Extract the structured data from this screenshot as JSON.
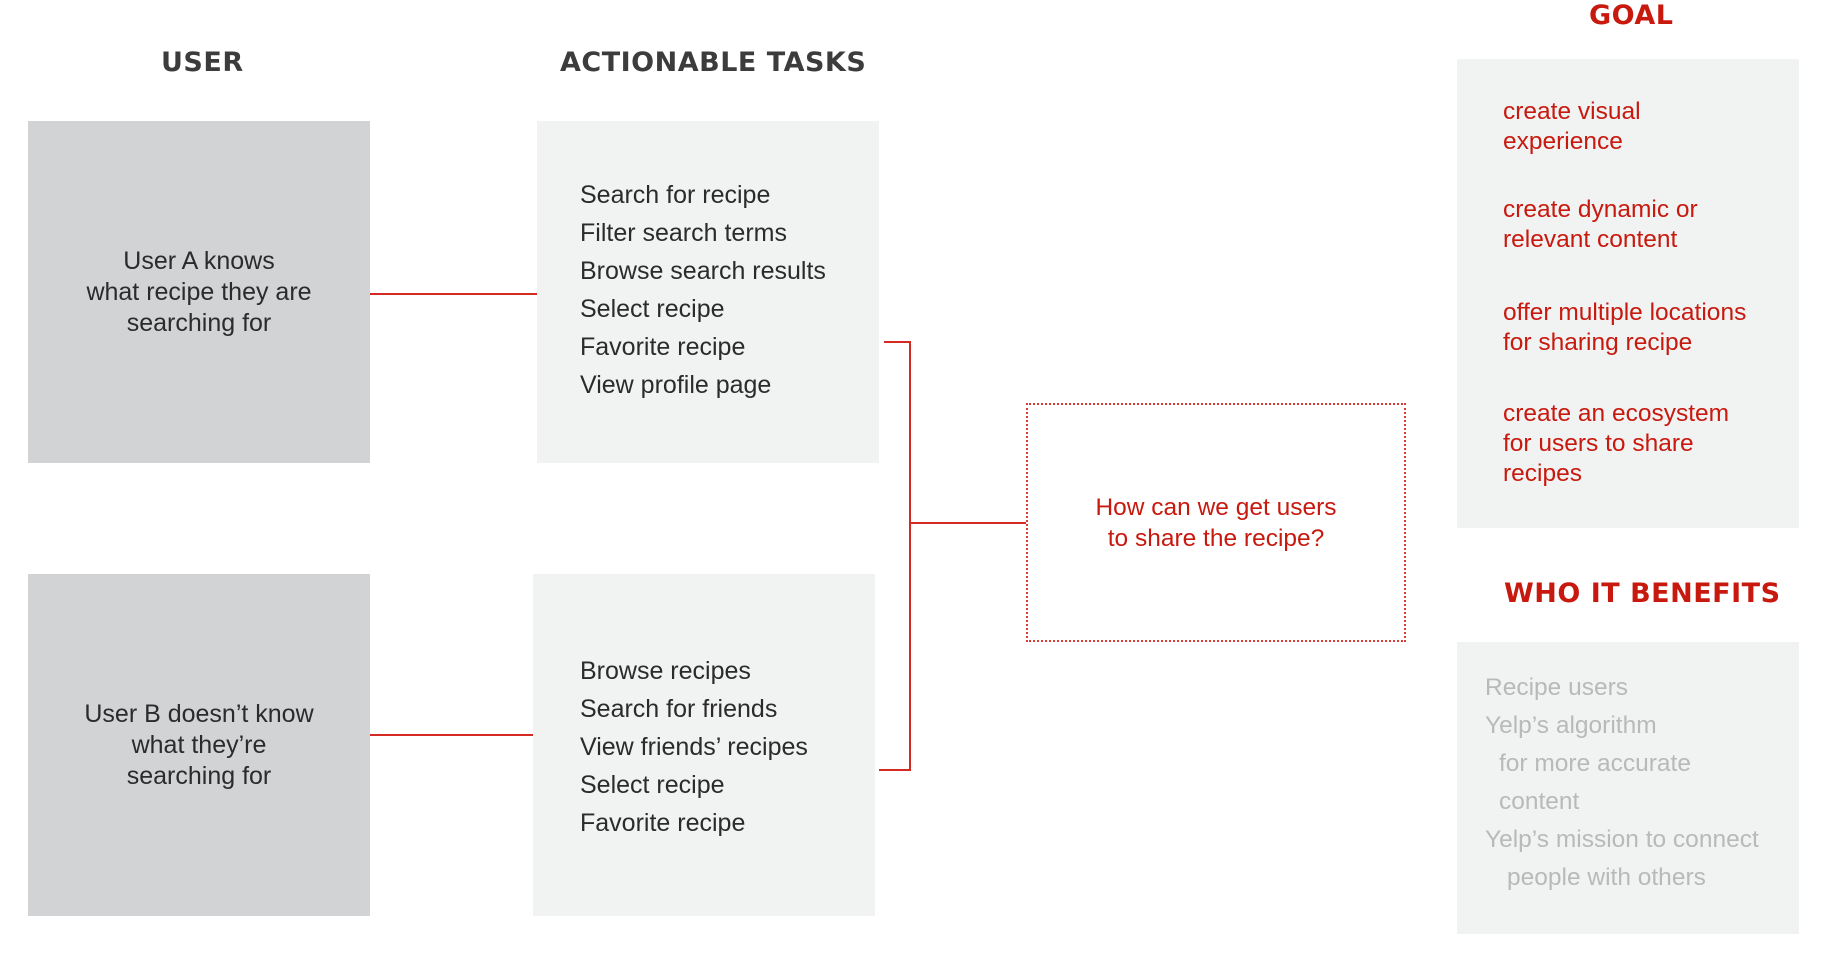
{
  "headings": {
    "user": "USER",
    "tasks": "ACTIONABLE TASKS",
    "goal": "GOAL",
    "benefits": "WHO IT BENEFITS"
  },
  "users": [
    {
      "lines": [
        "User A knows",
        "what recipe they are",
        "searching for"
      ]
    },
    {
      "lines": [
        "User B doesn’t know",
        "what they’re",
        "searching for"
      ]
    }
  ],
  "tasks": [
    {
      "items": [
        "Search for recipe",
        "Filter search terms",
        "Browse search results",
        "Select recipe",
        "Favorite recipe",
        "View profile page"
      ]
    },
    {
      "items": [
        "Browse recipes",
        "Search for friends",
        "View friends’ recipes",
        "Select recipe",
        "Favorite recipe"
      ]
    }
  ],
  "question": {
    "lines": [
      "How can we get users",
      "to share the recipe?"
    ]
  },
  "goals": [
    {
      "lines": [
        "create visual",
        "experience"
      ]
    },
    {
      "lines": [
        "create dynamic or",
        "relevant content"
      ]
    },
    {
      "lines": [
        "offer multiple locations",
        "for sharing recipe"
      ]
    },
    {
      "lines": [
        "create an ecosystem",
        "for users to share",
        "recipes"
      ]
    }
  ],
  "benefits": [
    "Recipe users",
    "Yelp’s algorithm",
    "for more accurate",
    "content",
    "Yelp’s mission to connect",
    "people with others"
  ],
  "colors": {
    "accent": "#c8190f",
    "connector": "#d42a22",
    "user_box": "#d2d3d5",
    "panel": "#f1f2f2",
    "muted_text": "#b9b9b9"
  }
}
